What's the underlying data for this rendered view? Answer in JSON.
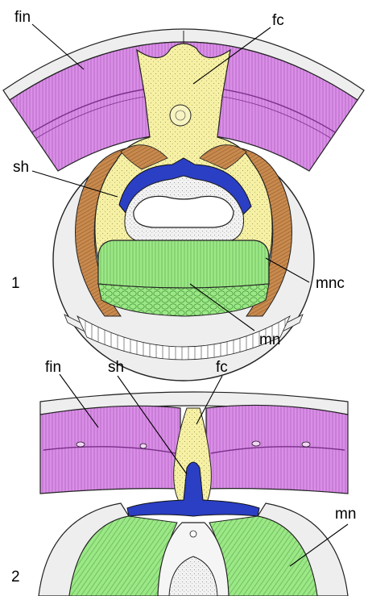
{
  "panel1": {
    "number": "1",
    "labels": {
      "fin": "fin",
      "fc": "fc",
      "sh": "sh",
      "mnc": "mnc",
      "mn": "mn"
    }
  },
  "panel2": {
    "number": "2",
    "labels": {
      "fin": "fin",
      "sh": "sh",
      "fc": "fc",
      "mn": "mn"
    }
  },
  "colors": {
    "fin": "#d98fe6",
    "fin_stripe": "#b25fc4",
    "fc": "#f6f0a4",
    "sh": "#2a3fc4",
    "mnc": "#c98a4e",
    "mn": "#9be886",
    "outline": "#222222",
    "skin": "#eeeeee"
  }
}
